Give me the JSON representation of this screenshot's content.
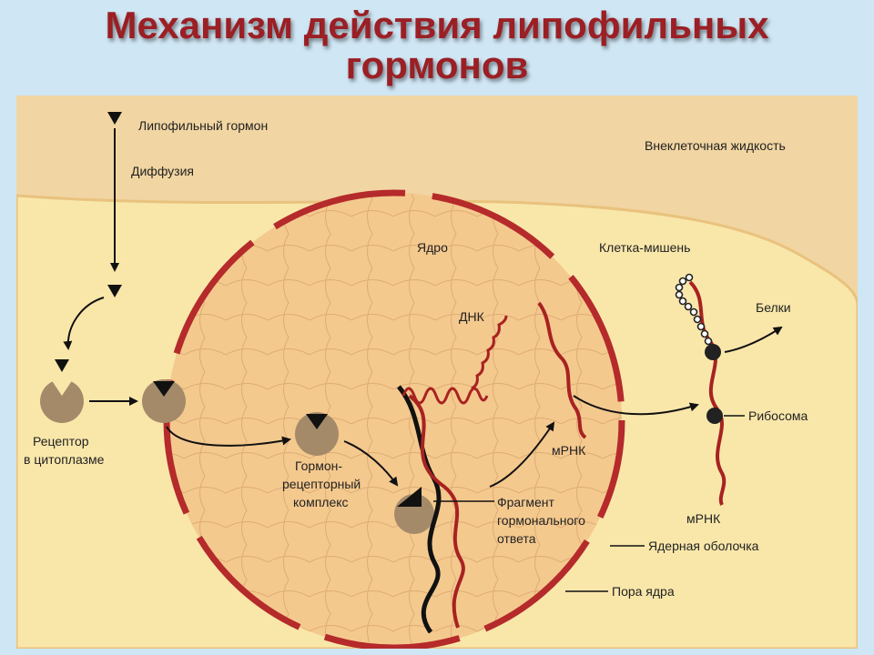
{
  "title": {
    "line1": "Механизм действия липофильных",
    "line2": "гормонов"
  },
  "labels": {
    "lipophilic_hormone": "Липофильный гормон",
    "diffusion": "Диффузия",
    "extracellular_fluid": "Внеклеточная жидкость",
    "nucleus": "Ядро",
    "target_cell": "Клетка-мишень",
    "dna": "ДНК",
    "proteins": "Белки",
    "ribosome": "Рибосома",
    "mrna_nucleus": "мРНК",
    "mrna_cytoplasm": "мРНК",
    "receptor_line1": "Рецептор",
    "receptor_line2": "в цитоплазме",
    "complex_line1": "Гормон-",
    "complex_line2": "рецепторный",
    "complex_line3": "комплекс",
    "fragment_line1": "Фрагмент",
    "fragment_line2": "гормонального",
    "fragment_line3": "ответа",
    "nuclear_envelope": "Ядерная оболочка",
    "nuclear_pore": "Пора ядра"
  },
  "colors": {
    "title": "#9b1f24",
    "background": "#cfe6f4",
    "extracellular": "#f1d5a2",
    "cytoplasm": "#f9e7aa",
    "nucleus_fill": "#f4c98e",
    "membrane": "#b52a2a",
    "receptor": "#a58a6a"
  }
}
